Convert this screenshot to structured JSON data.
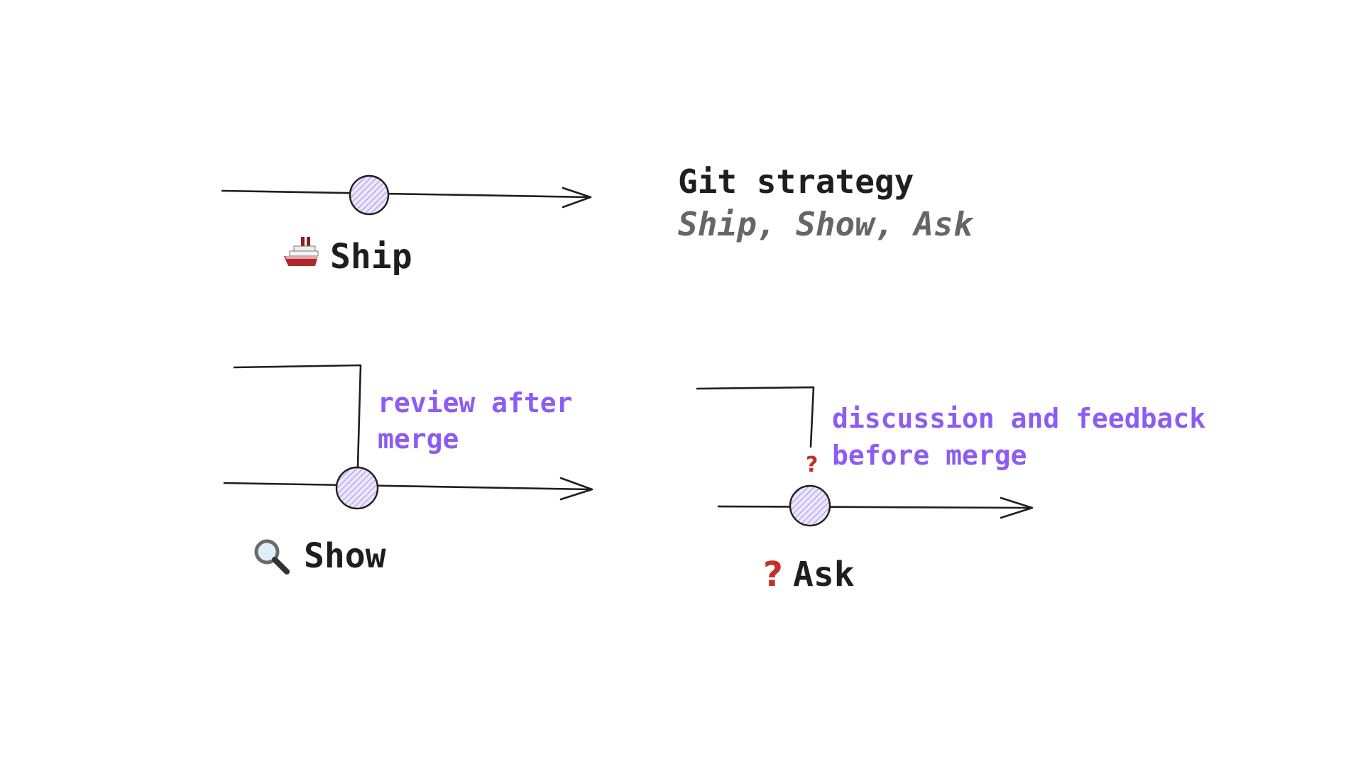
{
  "title": {
    "heading": "Git strategy",
    "subtitle": "Ship, Show, Ask"
  },
  "ship": {
    "label": "Ship",
    "icon": "ship-icon"
  },
  "show": {
    "label": "Show",
    "icon": "magnifying-glass-icon",
    "annotation_line1": "review after",
    "annotation_line2": "merge"
  },
  "ask": {
    "label": "Ask",
    "icon": "question-mark-icon",
    "small_icon": "question-mark-icon",
    "annotation_line1": "discussion and feedback",
    "annotation_line2": "before merge"
  },
  "colors": {
    "ink": "#1e1e1e",
    "accent": "#8c5cf5",
    "commit_fill": "#d0bfff",
    "subtitle": "#666666",
    "question": "#c4302b"
  }
}
